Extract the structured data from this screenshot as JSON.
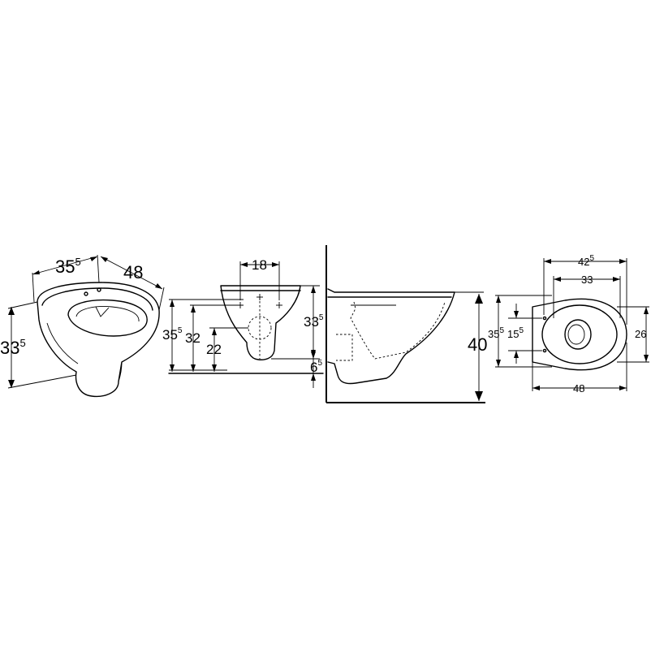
{
  "views": {
    "perspective": {
      "width": {
        "main": "35",
        "sup": "5"
      },
      "depth": {
        "main": "48"
      },
      "height": {
        "main": "33",
        "sup": "5"
      }
    },
    "front": {
      "fixing_spacing": {
        "main": "18"
      },
      "total_height": {
        "main": "35",
        "sup": "5"
      },
      "fixing_height": {
        "main": "32"
      },
      "outlet_height": {
        "main": "22"
      },
      "rim_to_floor": {
        "main": "33",
        "sup": "5"
      },
      "base_offset": {
        "main": "6",
        "sup": "5"
      }
    },
    "side": {
      "total_height": {
        "main": "40"
      }
    },
    "top": {
      "outer_width": {
        "main": "42",
        "sup": "5"
      },
      "inner_width": {
        "main": "33"
      },
      "side_depth": {
        "main": "35",
        "sup": "5"
      },
      "fixing_offset": {
        "main": "15",
        "sup": "5"
      },
      "bowl_depth": {
        "main": "26"
      },
      "total_length": {
        "main": "48"
      }
    }
  }
}
